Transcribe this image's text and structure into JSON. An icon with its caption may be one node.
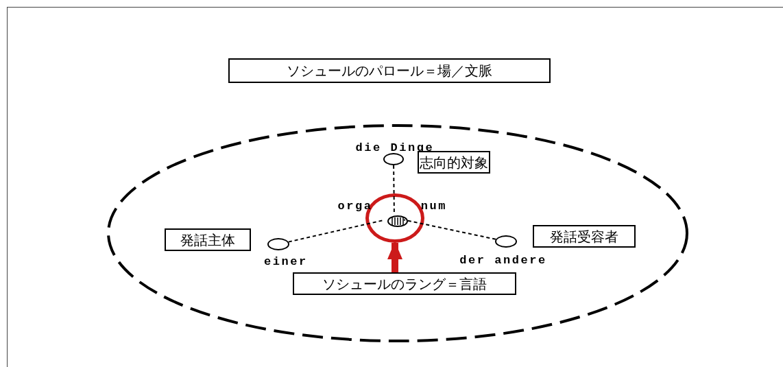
{
  "diagram": {
    "nodes": [
      {
        "text": [
          "ソシュールのパロール＝場／文脈"
        ]
      },
      {
        "text": [],
        "shape": "ellipse"
      },
      {
        "text": [],
        "shape": "circle",
        "beside": [
          "die Dinge"
        ],
        "in": 1
      },
      {
        "text": [
          "志向的対象"
        ],
        "in": 1
      },
      {
        "text": [],
        "shape": "circle",
        "in": 1
      },
      {
        "text": [],
        "shape": "circle",
        "beside": [
          "orga",
          "num"
        ],
        "in": 4
      },
      {
        "text": [
          "発話主体"
        ],
        "in": 1
      },
      {
        "text": [],
        "shape": "circle",
        "beside": [
          "einer"
        ],
        "in": 1
      },
      {
        "text": [],
        "shape": "circle",
        "beside": [
          "der andere"
        ],
        "in": 1
      },
      {
        "text": [
          "発話受容者"
        ],
        "in": 1
      },
      {
        "text": [
          "ソシュールのラング＝言語"
        ],
        "in": 1
      }
    ],
    "edges": [
      {
        "from": 2,
        "to": 5,
        "arrow": "none",
        "style": "dashed"
      },
      {
        "from": 7,
        "to": 5,
        "arrow": "none",
        "style": "dashed"
      },
      {
        "from": 8,
        "to": 5,
        "arrow": "none",
        "style": "dashed"
      },
      {
        "from": 10,
        "to": 4,
        "arrow": "to",
        "style": "thick",
        "color": "#cc1a1a"
      }
    ]
  }
}
